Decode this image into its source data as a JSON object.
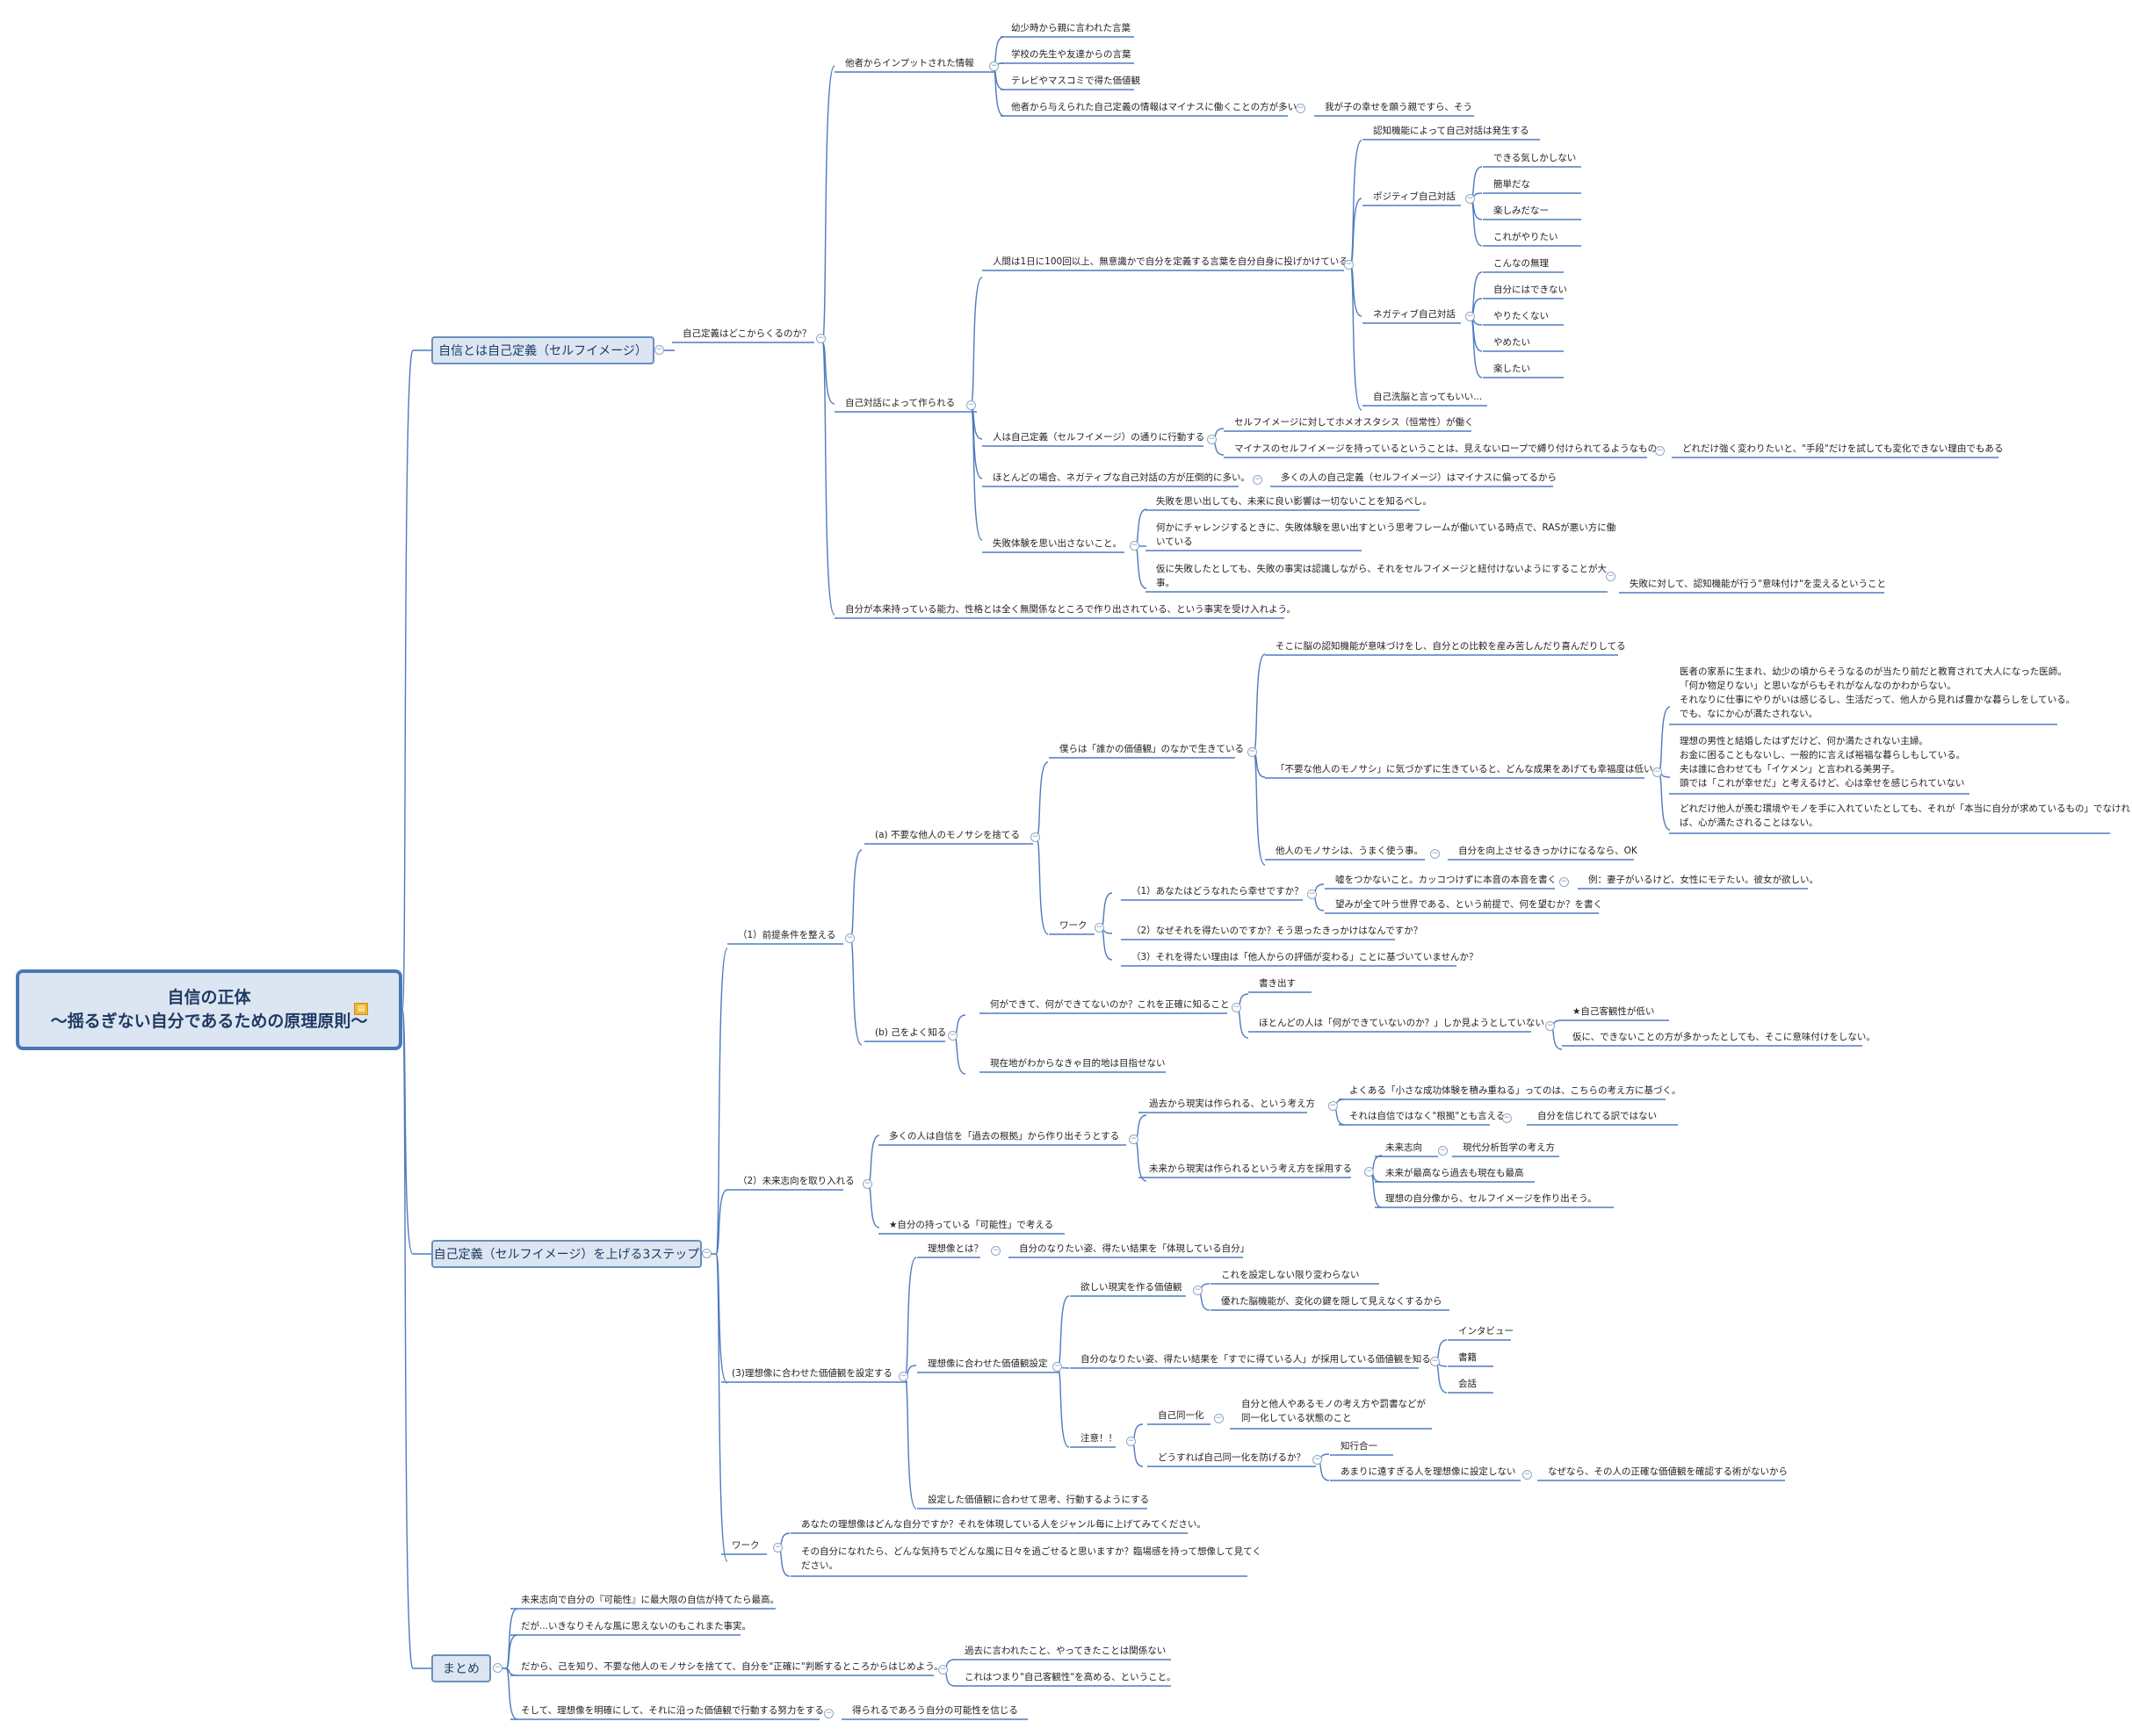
{
  "root": {
    "title": "自信の正体",
    "subtitle": "〜揺るぎない自分であるための原理原則〜",
    "note_icon": "note-icon"
  },
  "b1": {
    "label": "自信とは自己定義（セルフイメージ）",
    "q": "自己定義はどこからくるのか？",
    "input": {
      "label": "他者からインプットされた情報",
      "items": [
        "幼少時から親に言われた言葉",
        "学校の先生や友達からの言葉",
        "テレビやマスコミで得た価値観",
        "他者から与えられた自己定義の情報はマイナスに働くことの方が多い"
      ],
      "leaf": "我が子の幸せを願う親ですら、そう"
    },
    "self": {
      "label": "自己対話によって作られる",
      "a": {
        "label": "人間は1日に100回以上、無意識かで自分を定義する言葉を自分自身に投げかけている",
        "cog": "認知機能によって自己対話は発生する",
        "pos": "ポジティブ自己対話",
        "posItems": [
          "できる気しかしない",
          "簡単だな",
          "楽しみだなー",
          "これがやりたい"
        ],
        "neg": "ネガティブ自己対話",
        "negItems": [
          "こんなの無理",
          "自分にはできない",
          "やりたくない",
          "やめたい",
          "楽したい"
        ],
        "wash": "自己洗脳と言ってもいい..."
      },
      "b": {
        "label": "人は自己定義（セルフイメージ）の通りに行動する",
        "c1": "セルフイメージに対してホメオスタシス（恒常性）が働く",
        "c2": "マイナスのセルフイメージを持っているということは、見えないロープで縛り付けられてるようなもの",
        "c2leaf": "どれだけ強く変わりたいと、\"手段\"だけを試しても変化できない理由でもある"
      },
      "c": {
        "label": "ほとんどの場合、ネガティブな自己対話の方が圧倒的に多い。",
        "leaf": "多くの人の自己定義（セルフイメージ）はマイナスに偏ってるから"
      },
      "d": {
        "label": "失敗体験を思い出さないこと。",
        "c1": "失敗を思い出しても、未来に良い影響は一切ないことを知るべし。",
        "c2a": "何かにチャレンジするときに、失敗体験を思い出すという思考フレームが働いている時点で、RASが悪い方に働",
        "c2b": "いている",
        "c3a": "仮に失敗したとしても、失敗の事実は認識しながら、それをセルフイメージと紐付けないようにすることが大",
        "c3b": "事。",
        "c3leaf": "失敗に対して、認知機能が行う\"意味付け\"を変えるということ"
      }
    },
    "accept": "自分が本来持っている能力、性格とは全く無関係なところで作り出されている、という事実を受け入れよう。"
  },
  "b2": {
    "label": "自己定義（セルフイメージ）を上げる3ステップ",
    "s1": {
      "label": "（1）前提条件を整える",
      "a": {
        "label": "(a) 不要な他人のモノサシを捨てる",
        "values": {
          "label": "僕らは「誰かの価値観」のなかで生きている",
          "c1": "そこに脳の認知機能が意味づけをし、自分との比較を産み苦しんだり喜んだりしてる",
          "c2": "「不要な他人のモノサシ」に気づかずに生きていると、どんな成果をあげても幸福度は低い",
          "ex1": [
            "医者の家系に生まれ、幼少の頃からそうなるのが当たり前だと教育されて大人になった医師。",
            "「何か物足りない」と思いながらもそれがなんなのかわからない。",
            "それなりに仕事にやりがいは感じるし、生活だって、他人から見れば豊かな暮らしをしている。",
            "でも、なにか心が満たされない。"
          ],
          "ex2": [
            "理想の男性と結婚したはずだけど、何か満たされない主婦。",
            "お金に困ることもないし、一般的に言えば裕福な暮らしもしている。",
            "夫は誰に合わせても「イケメン」と言われる美男子。",
            "頭では「これが幸せだ」と考えるけど、心は幸せを感じられていない"
          ],
          "ex3": [
            "どれだけ他人が羨む環境やモノを手に入れていたとしても、それが「本当に自分が求めているもの」でなけれ",
            "ば、心が満たされることはない。"
          ],
          "c3": "他人のモノサシは、うまく使う事。",
          "c3leaf": "自分を向上させるきっかけになるなら、OK"
        },
        "work": {
          "label": "ワーク",
          "q1": "（1）あなたはどうなれたら幸せですか？",
          "q1a": "嘘をつかないこと。カッコつけずに本音の本音を書く",
          "q1aleaf": "例：妻子がいるけど、女性にモテたい。彼女が欲しい。",
          "q1b": "望みが全て叶う世界である、という前提で、何を望むか？を書く",
          "q2": "（2）なぜそれを得たいのですか？そう思ったきっかけはなんですか？",
          "q3": "（3）それを得たい理由は「他人からの評価が変わる」ことに基づいていませんか？"
        }
      },
      "b": {
        "label": "(b) 己をよく知る",
        "know": "何ができて、何ができてないのか？これを正確に知ること",
        "write": "書き出す",
        "most": "ほとんどの人は「何ができていないのか？」しか見ようとしていない",
        "obj": "★自己客観性が低い",
        "even": "仮に、できないことの方が多かったとしても、そこに意味付けをしない。",
        "now": "現在地がわからなきゃ目的地は目指せない"
      }
    },
    "s2": {
      "label": "（2）未来志向を取り入れる",
      "many": "多くの人は自信を「過去の根拠」から作り出そうとする",
      "past": "過去から現実は作られる、という考え方",
      "pastA": "よくある「小さな成功体験を積み重ねる」ってのは、こちらの考え方に基づく。",
      "pastB": "それは自信ではなく\"根拠\"とも言える",
      "pastBleaf": "自分を信じれてる訳ではない",
      "future": "未来から現実は作られるという考え方を採用する",
      "fA": "未来志向",
      "fAleaf": "現代分析哲学の考え方",
      "fB": "未来が最高なら過去も現在も最高",
      "fC": "理想の自分像から、セルフイメージを作り出そう。",
      "star": "★自分の持っている「可能性」で考える"
    },
    "s3": {
      "label": "(3)理想像に合わせた価値観を設定する",
      "ideal": "理想像とは？",
      "idealLeaf": "自分のなりたい姿、得たい結果を「体現している自分」",
      "set": "理想像に合わせた価値観設定",
      "want": "欲しい現実を作る価値観",
      "wantA": "これを設定しない限り変わらない",
      "wantB": "優れた脳機能が、変化の鍵を隠して見えなくするから",
      "adopt": "自分のなりたい姿、得たい結果を「すでに得ている人」が採用している価値観を知る",
      "adoptItems": [
        "インタビュー",
        "書籍",
        "会話"
      ],
      "caution": "注意！！",
      "ident": "自己同一化",
      "identLeaf1": "自分と他人やあるモノの考え方や罰書などが",
      "identLeaf2": "同一化している状態のこと",
      "prevent": "どうすれば自己同一化を防げるか？",
      "pA": "知行合一",
      "pB": "あまりに遠すぎる人を理想像に設定しない",
      "pBleaf": "なぜなら、その人の正確な価値観を確認する術がないから",
      "act": "設定した価値観に合わせて思考、行動するようにする"
    },
    "work": {
      "label": "ワーク",
      "w1": "あなたの理想像はどんな自分ですか？それを体現している人をジャンル毎に上げてみてください。",
      "w2a": "その自分になれたら、どんな気持ちでどんな風に日々を過ごせると思いますか？臨場感を持って想像して見てく",
      "w2b": "ださい。"
    }
  },
  "b3": {
    "label": "まとめ",
    "m1": "未来志向で自分の『可能性』に最大限の自信が持てたら最高。",
    "m2": "だが...いきなりそんな風に思えないのもこれまた事実。",
    "m3": "だから、己を知り、不要な他人のモノサシを捨てて、自分を\"正確に\"判断するところからはじめよう。",
    "m3a": "過去に言われたこと、やってきたことは関係ない",
    "m3b": "これはつまり\"自己客観性\"を高める、ということ。",
    "m4": "そして、理想像を明確にして、それに沿った価値観で行動する努力をする",
    "m4leaf": "得られるであろう自分の可能性を信じる"
  }
}
